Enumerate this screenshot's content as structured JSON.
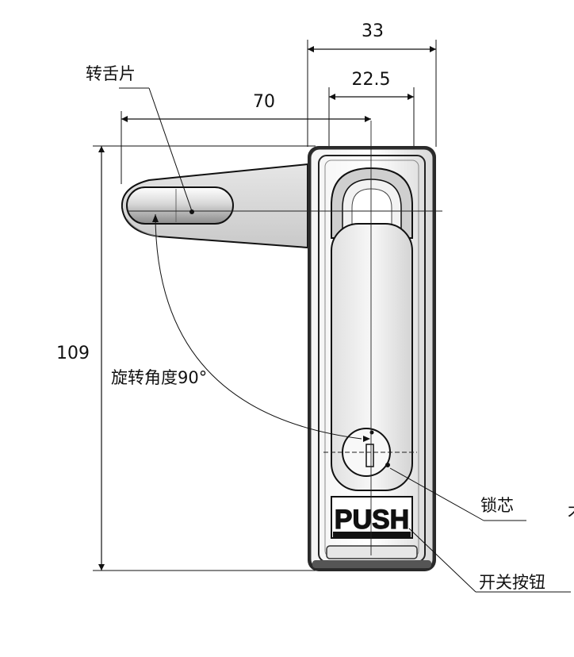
{
  "dimensions": {
    "width_overall": "33",
    "width_inner": "22.5",
    "handle_reach": "70",
    "height": "109"
  },
  "labels": {
    "tongue": "转舌片",
    "rotation": "旋转角度90°",
    "lock_core": "锁芯",
    "switch_button": "开关按钮",
    "push": "PUSH",
    "edge_fragment": "才"
  }
}
